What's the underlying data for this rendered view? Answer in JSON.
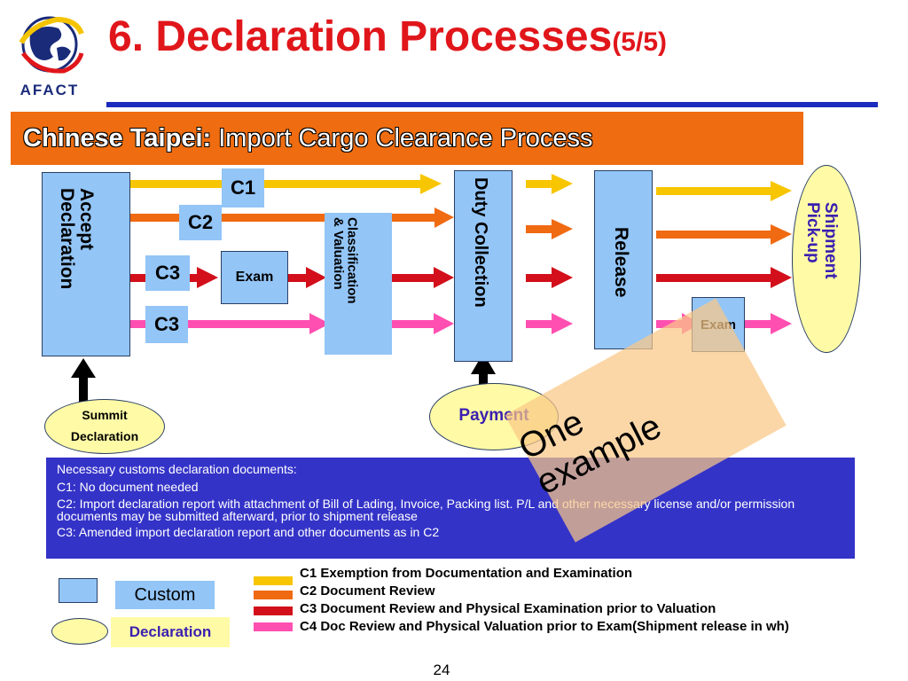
{
  "logo": {
    "text": "AFACT"
  },
  "header": {
    "title": "6. Declaration Processes",
    "title_suffix": "(5/5)"
  },
  "subtitle": {
    "lead": "Chinese Taipei:",
    "rest": " Import  Cargo Clearance Process"
  },
  "diagram": {
    "accept_declaration": "Accept\nDeclaration",
    "c1": "C1",
    "c2": "C2",
    "c3a": "C3",
    "c3b": "C3",
    "exam1": "Exam",
    "classification": "Classification\n& Valuation",
    "duty_collection": "Duty Collection",
    "release": "Release",
    "exam2": "Exam",
    "shipment_pickup": "Shipment\nPick-up",
    "summit_line1": "Summit",
    "summit_line2": "Declaration",
    "payment": "Payment"
  },
  "info": {
    "heading": "Necessary customs declaration documents:",
    "c1": "C1:  No document needed",
    "c2": "C2:  Import declaration report with attachment of Bill of Lading, Invoice, Packing list. P/L and other necessary license and/or permission documents may be submitted afterward, prior to shipment release",
    "c3": "C3:  Amended import declaration report and other documents as in C2"
  },
  "legend": {
    "custom": "Custom",
    "declaration": "Declaration",
    "items": [
      "C1 Exemption from Documentation and Examination",
      "C2 Document Review",
      "C3 Document Review and Physical Examination prior to Valuation",
      "C4 Doc Review and Physical Valuation prior to Exam(Shipment release  in wh)"
    ]
  },
  "overlay": {
    "text": "One\nexample"
  },
  "footer": {
    "page": "24"
  },
  "colors": {
    "c1": "#f7c600",
    "c2": "#f06a12",
    "c3": "#d20f1a",
    "c4": "#ff4fb0",
    "box": "#93c5f7",
    "oval": "#fefaa6",
    "info_bg": "#3433c8",
    "title": "#e0161b",
    "subtitle_bg": "#ef6d10"
  }
}
